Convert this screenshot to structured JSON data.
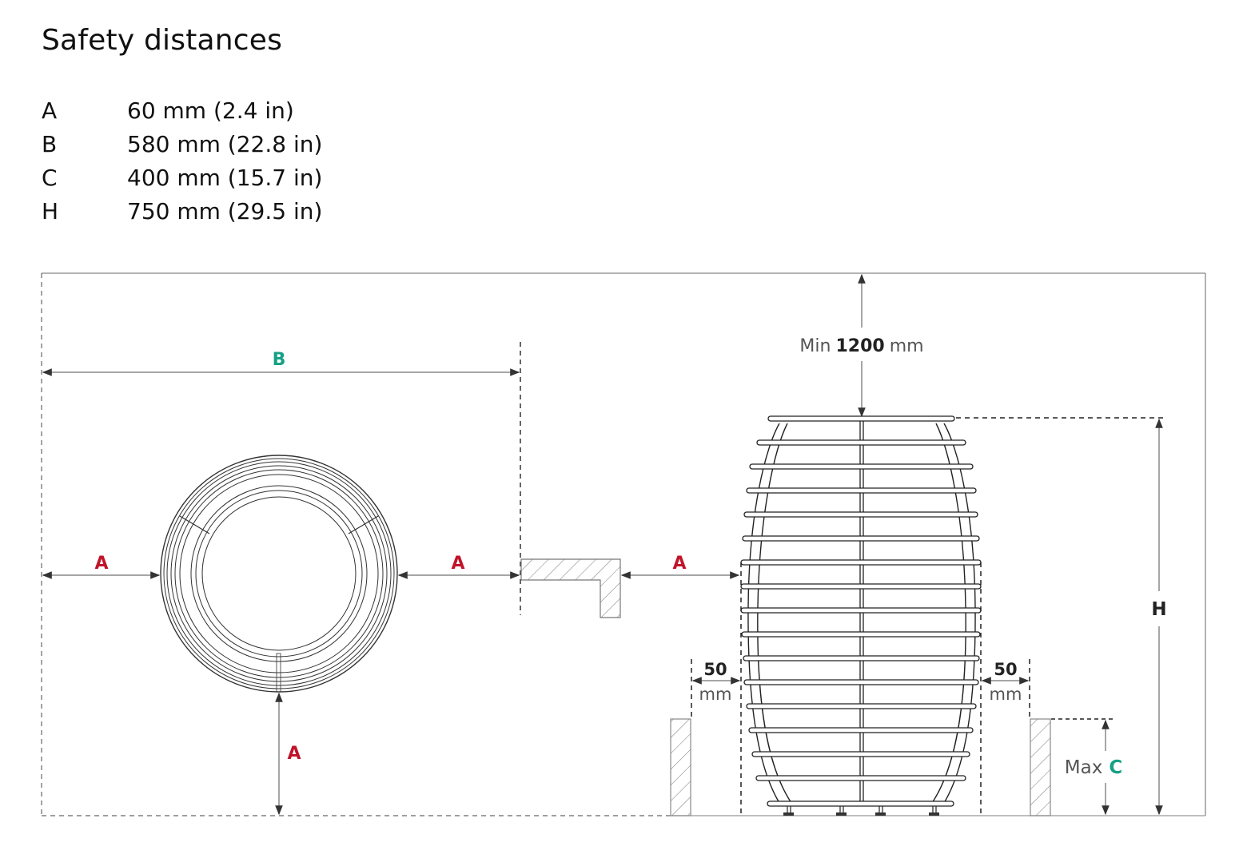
{
  "title": "Safety distances",
  "legend": [
    {
      "key": "A",
      "value": "60 mm (2.4 in)"
    },
    {
      "key": "B",
      "value": "580 mm (22.8 in)"
    },
    {
      "key": "C",
      "value": "400 mm (15.7 in)"
    },
    {
      "key": "H",
      "value": "750 mm (29.5 in)"
    }
  ],
  "colors": {
    "label_red": "#c0142a",
    "label_teal": "#16a085",
    "line": "#333333",
    "frame": "#888888"
  },
  "diagram": {
    "top_view": {
      "label_b": "B",
      "label_a_left": "A",
      "label_a_right": "A",
      "label_a_bottom": "A"
    },
    "side_view": {
      "label_a": "A",
      "ceiling_prefix": "Min",
      "ceiling_value": "1200",
      "ceiling_unit": "mm",
      "gap_left_value": "50",
      "gap_left_unit": "mm",
      "gap_right_value": "50",
      "gap_right_unit": "mm",
      "label_h": "H",
      "max_prefix": "Max",
      "max_label": "C"
    }
  }
}
